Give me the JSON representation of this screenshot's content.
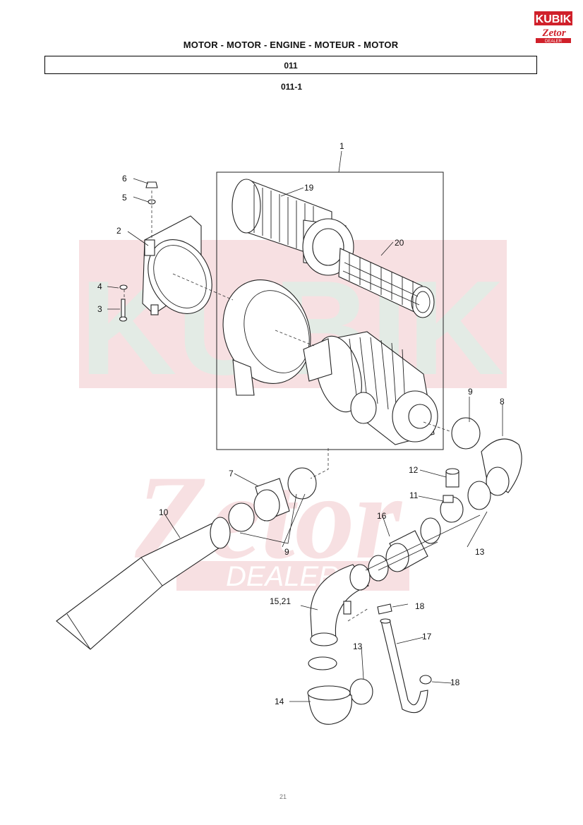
{
  "brand": {
    "logo_word": "KUBIK",
    "logo_sub": "Zetor",
    "logo_tag": "DEALER",
    "accent": "#d0202a"
  },
  "header": {
    "title": "MOTOR - MOTOR - ENGINE - MOTEUR - MOTOR",
    "group_code": "011",
    "subgroup_code": "011-1"
  },
  "watermark": {
    "word": "KUBIK",
    "sub": "Zetor",
    "tag": "DEALER"
  },
  "callouts": {
    "c1": "1",
    "c2": "2",
    "c3": "3",
    "c4": "4",
    "c5": "5",
    "c6": "6",
    "c7": "7",
    "c8": "8",
    "c9a": "9",
    "c9b": "9",
    "c10": "10",
    "c11": "11",
    "c12": "12",
    "c13a": "13",
    "c13b": "13",
    "c14": "14",
    "c15": "15,21",
    "c16": "16",
    "c17": "17",
    "c18a": "18",
    "c18b": "18",
    "c19": "19",
    "c20": "20"
  },
  "footer": {
    "page": "21"
  }
}
